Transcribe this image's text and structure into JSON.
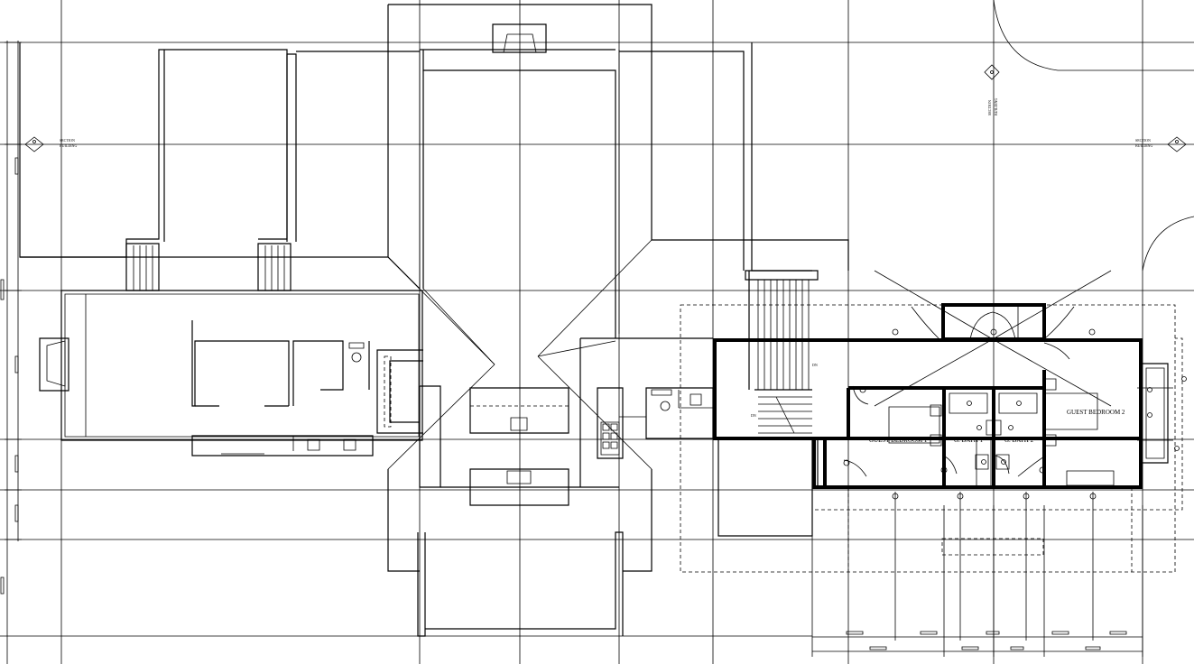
{
  "rooms": {
    "guest_bedroom_1": "GUEST BEDROOM 1",
    "guest_bedroom_2": "GUEST BEDROOM 2",
    "g_bath_1": "G. BATH 1",
    "g_bath_2": "G. BATH 2"
  },
  "stair_labels": {
    "dn_1": "DN",
    "dn_2": "DN"
  },
  "section_markers": {
    "left": {
      "line1": "SECTION",
      "line2": "BUILDING"
    },
    "right": {
      "line1": "SECTION",
      "line2": "BUILDING"
    },
    "top": {
      "line1": "SECTION",
      "line2": "BUILDING"
    }
  }
}
